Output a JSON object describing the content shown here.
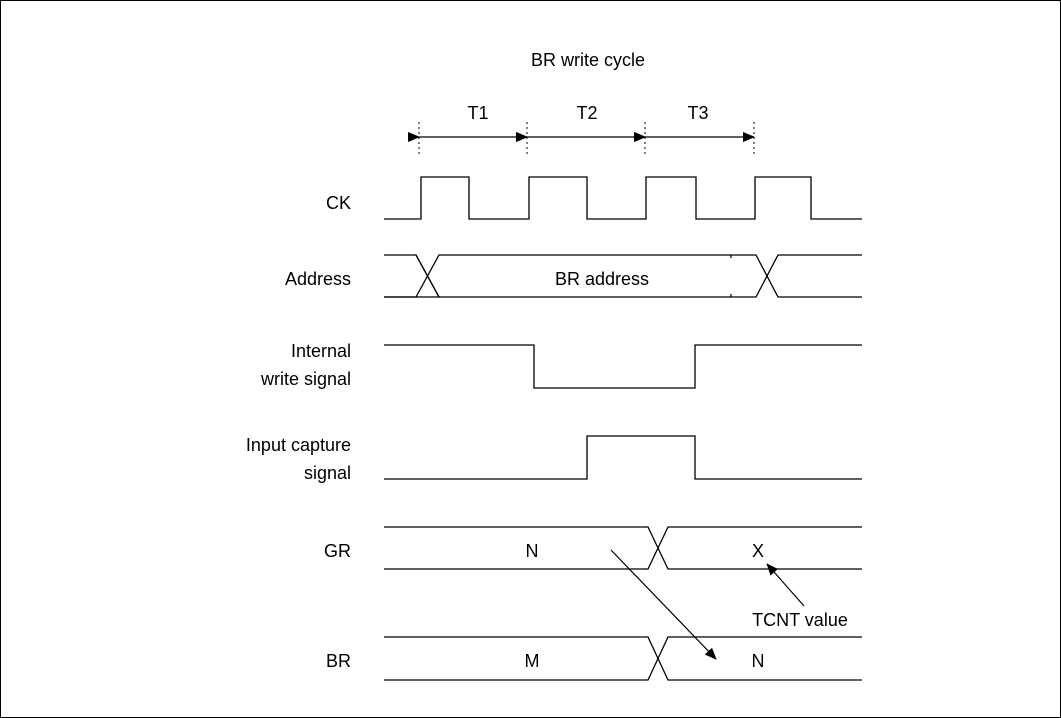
{
  "title": "BR write cycle",
  "phases": [
    "T1",
    "T2",
    "T3"
  ],
  "signals": {
    "ck": "CK",
    "address": "Address",
    "write_line1": "Internal",
    "write_line2": "write signal",
    "capture_line1": "Input capture",
    "capture_line2": "signal",
    "gr": "GR",
    "br": "BR"
  },
  "values": {
    "address": "BR address",
    "gr_before": "N",
    "gr_after": "X",
    "br_before": "M",
    "br_after": "N"
  },
  "annotation": "TCNT value"
}
